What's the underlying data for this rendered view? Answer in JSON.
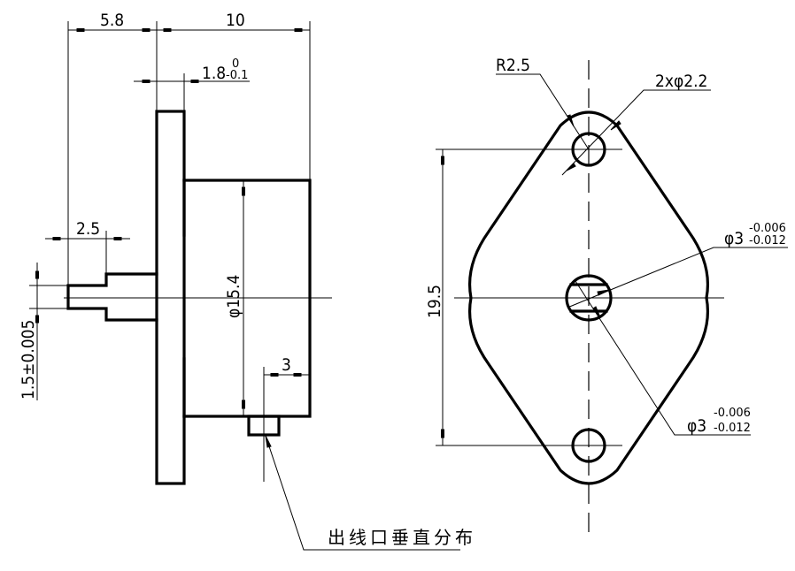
{
  "drawing": {
    "title": "Motor mounting drawing",
    "line_color": "#000000",
    "background": "#ffffff"
  },
  "side_view": {
    "dims": {
      "length_left": "5.8",
      "length_body": "10",
      "flange_thickness": "1.8",
      "flange_tol_upper": "0",
      "flange_tol_lower": "-0.1",
      "shaft_step": "2.5",
      "body_diameter": "φ15.4",
      "outlet_offset": "3",
      "shaft_diameter": "1.5±0.005"
    },
    "note": "出线口垂直分布"
  },
  "front_view": {
    "dims": {
      "corner_radius": "R2.5",
      "mount_holes": "2xφ2.2",
      "hole_spacing": "19.5",
      "center_hole_top": {
        "base": "φ3",
        "upper": "-0.006",
        "lower": "-0.012"
      },
      "center_hole_bottom": {
        "base": "φ3",
        "upper": "-0.006",
        "lower": "-0.012"
      }
    }
  }
}
